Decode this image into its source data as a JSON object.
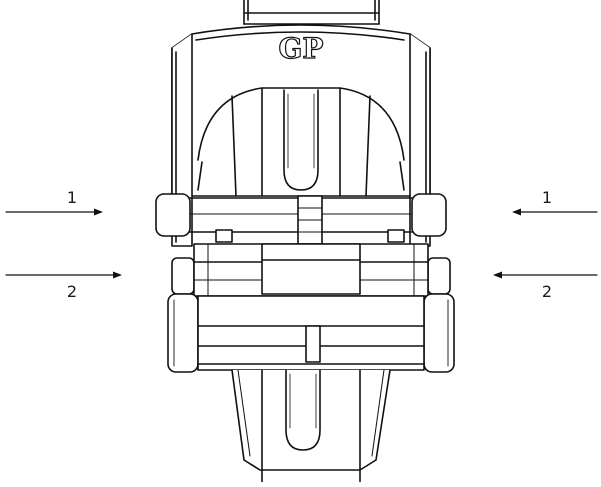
{
  "diagram": {
    "brand_logo": "GP",
    "labels": {
      "left_upper": "1",
      "right_upper": "1",
      "left_lower": "2",
      "right_lower": "2"
    }
  }
}
